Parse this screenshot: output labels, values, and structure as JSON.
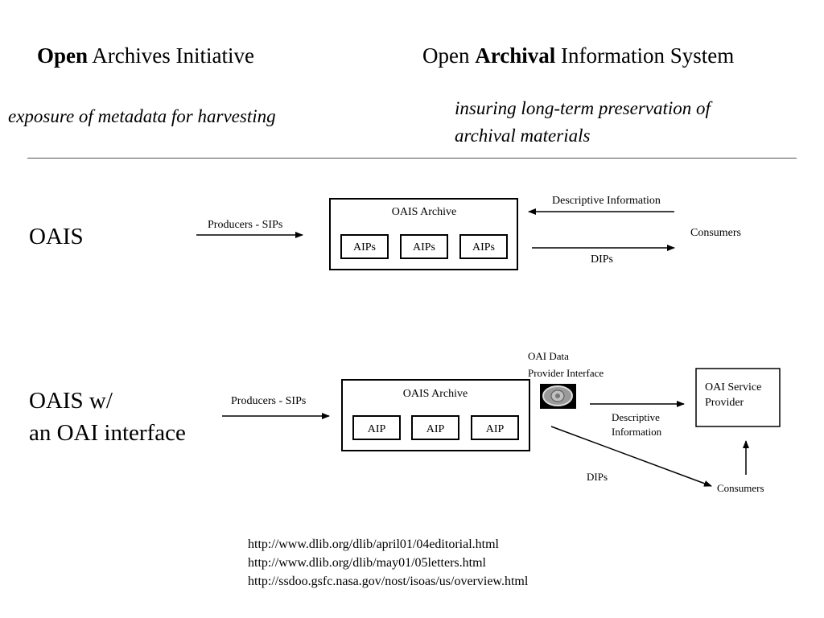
{
  "headings": {
    "oai": {
      "bold": "Open",
      "rest": " Archives Initiative"
    },
    "oais": {
      "pre": "Open ",
      "bold": "Archival",
      "rest": " Information System"
    }
  },
  "subtitles": {
    "oai": "exposure of metadata for harvesting",
    "oais_line1": "insuring long-term preservation of",
    "oais_line2": "archival materials"
  },
  "row_labels": {
    "oais": "OAIS",
    "oai_line1": "OAIS w/",
    "oai_line2": "an OAI interface"
  },
  "diagram1": {
    "archive_title": "OAIS Archive",
    "boxes": [
      "AIPs",
      "AIPs",
      "AIPs"
    ],
    "producers": "Producers - SIPs",
    "descriptive": "Descriptive Information",
    "consumers": "Consumers",
    "dips": "DIPs"
  },
  "diagram2": {
    "archive_title": "OAIS Archive",
    "boxes": [
      "AIP",
      "AIP",
      "AIP"
    ],
    "producers": "Producers - SIPs",
    "interface_line1": "OAI Data",
    "interface_line2": "Provider Interface",
    "service_line1": "OAI Service",
    "service_line2": "Provider",
    "descriptive_line1": "Descriptive",
    "descriptive_line2": "Information",
    "dips": "DIPs",
    "consumers": "Consumers"
  },
  "references": [
    "http://www.dlib.org/dlib/april01/04editorial.html",
    "http://www.dlib.org/dlib/may01/05letters.html",
    "http://ssdoo.gsfc.nasa.gov/nost/isoas/us/overview.html"
  ]
}
